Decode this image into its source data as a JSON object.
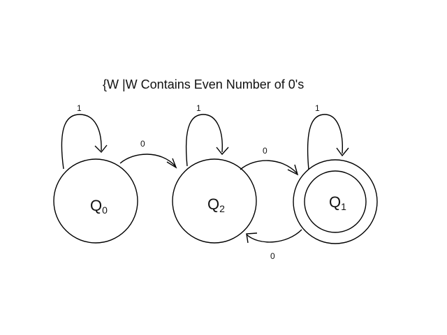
{
  "title": "{W |W Contains Even Number of 0's",
  "states": [
    {
      "id": "q0",
      "main": "Q",
      "sub": "0",
      "accepting": false
    },
    {
      "id": "q2",
      "main": "Q",
      "sub": "2",
      "accepting": false
    },
    {
      "id": "q1",
      "main": "Q",
      "sub": "1",
      "accepting": true
    }
  ],
  "transitions": [
    {
      "from": "Q0",
      "to": "Q0",
      "label": "1"
    },
    {
      "from": "Q0",
      "to": "Q2",
      "label": "0"
    },
    {
      "from": "Q2",
      "to": "Q2",
      "label": "1"
    },
    {
      "from": "Q2",
      "to": "Q1",
      "label": "0"
    },
    {
      "from": "Q1",
      "to": "Q1",
      "label": "1"
    },
    {
      "from": "Q1",
      "to": "Q2",
      "label": "0"
    }
  ]
}
